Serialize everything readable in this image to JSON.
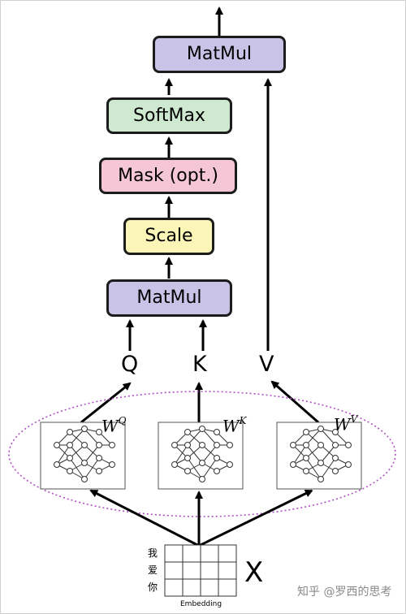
{
  "blocks": {
    "matmul_top": {
      "label": "MatMul",
      "color": "#c9c3e8"
    },
    "softmax": {
      "label": "SoftMax",
      "color": "#cfe9d1"
    },
    "mask": {
      "label": "Mask (opt.)",
      "color": "#f5c6d5"
    },
    "scale": {
      "label": "Scale",
      "color": "#fbf5b8"
    },
    "matmul_bottom": {
      "label": "MatMul",
      "color": "#c9c3e8"
    }
  },
  "qkv": {
    "q": "Q",
    "k": "K",
    "v": "V"
  },
  "weights": [
    {
      "base": "W",
      "sup": "Q"
    },
    {
      "base": "W",
      "sup": "K"
    },
    {
      "base": "W",
      "sup": "V"
    }
  ],
  "ellipse_color": "#b04fc4",
  "tokens": [
    "我",
    "爱",
    "你"
  ],
  "input_label": "X",
  "embedding_label": "Embedding",
  "watermark": "知乎 @罗西的思考"
}
